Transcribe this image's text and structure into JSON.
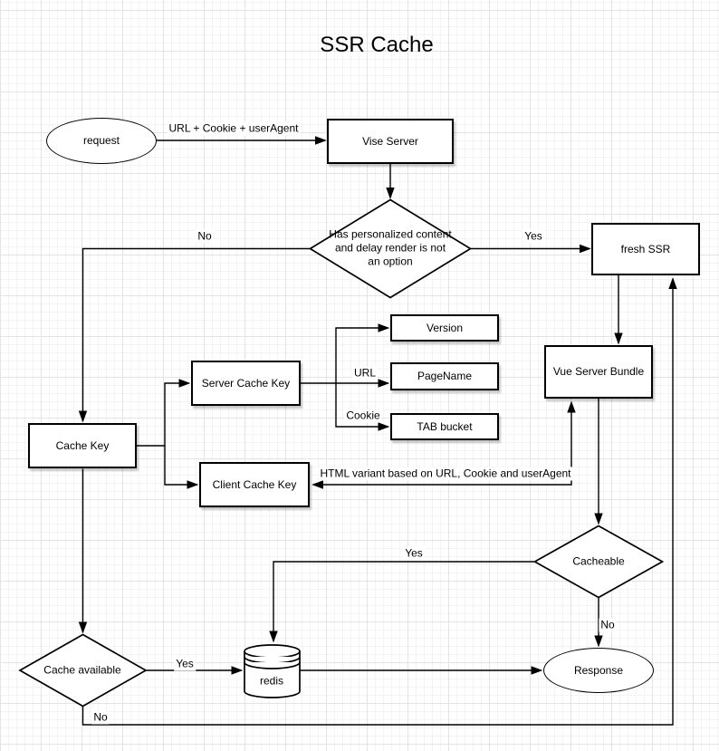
{
  "title": "SSR Cache",
  "canvas": {
    "background_color": "#ffffff",
    "grid_minor_color": "#f4f3f5",
    "grid_major_color": "#e4e2e4",
    "shape_stroke_color": "#000000",
    "shape_fill_color": "#ffffff"
  },
  "nodes": {
    "request": {
      "label": "request",
      "shape": "ellipse"
    },
    "vise_server": {
      "label": "Vise Server",
      "shape": "rect"
    },
    "personalized": {
      "label": "Has personalized content and delay render is not an option",
      "shape": "diamond"
    },
    "fresh_ssr": {
      "label": "fresh SSR",
      "shape": "rect"
    },
    "version": {
      "label": "Version",
      "shape": "rect"
    },
    "page_name": {
      "label": "PageName",
      "shape": "rect"
    },
    "tab_bucket": {
      "label": "TAB bucket",
      "shape": "rect"
    },
    "server_cache_key": {
      "label": "Server Cache Key",
      "shape": "rect"
    },
    "cache_key": {
      "label": "Cache Key",
      "shape": "rect"
    },
    "client_cache_key": {
      "label": "Client Cache Key",
      "shape": "rect"
    },
    "vue_server_bundle": {
      "label": "Vue Server Bundle",
      "shape": "rect"
    },
    "cacheable": {
      "label": "Cacheable",
      "shape": "diamond"
    },
    "cache_available": {
      "label": "Cache available",
      "shape": "diamond"
    },
    "redis": {
      "label": "redis",
      "shape": "cylinder"
    },
    "response": {
      "label": "Response",
      "shape": "ellipse"
    }
  },
  "edge_labels": {
    "request_to_vise": "URL + Cookie + userAgent",
    "personalized_yes": "Yes",
    "personalized_no": "No",
    "url": "URL",
    "cookie": "Cookie",
    "html_variant": "HTML variant based on URL, Cookie and userAgent",
    "cacheable_yes": "Yes",
    "cacheable_no": "No",
    "cache_available_yes": "Yes",
    "cache_available_no": "No"
  }
}
